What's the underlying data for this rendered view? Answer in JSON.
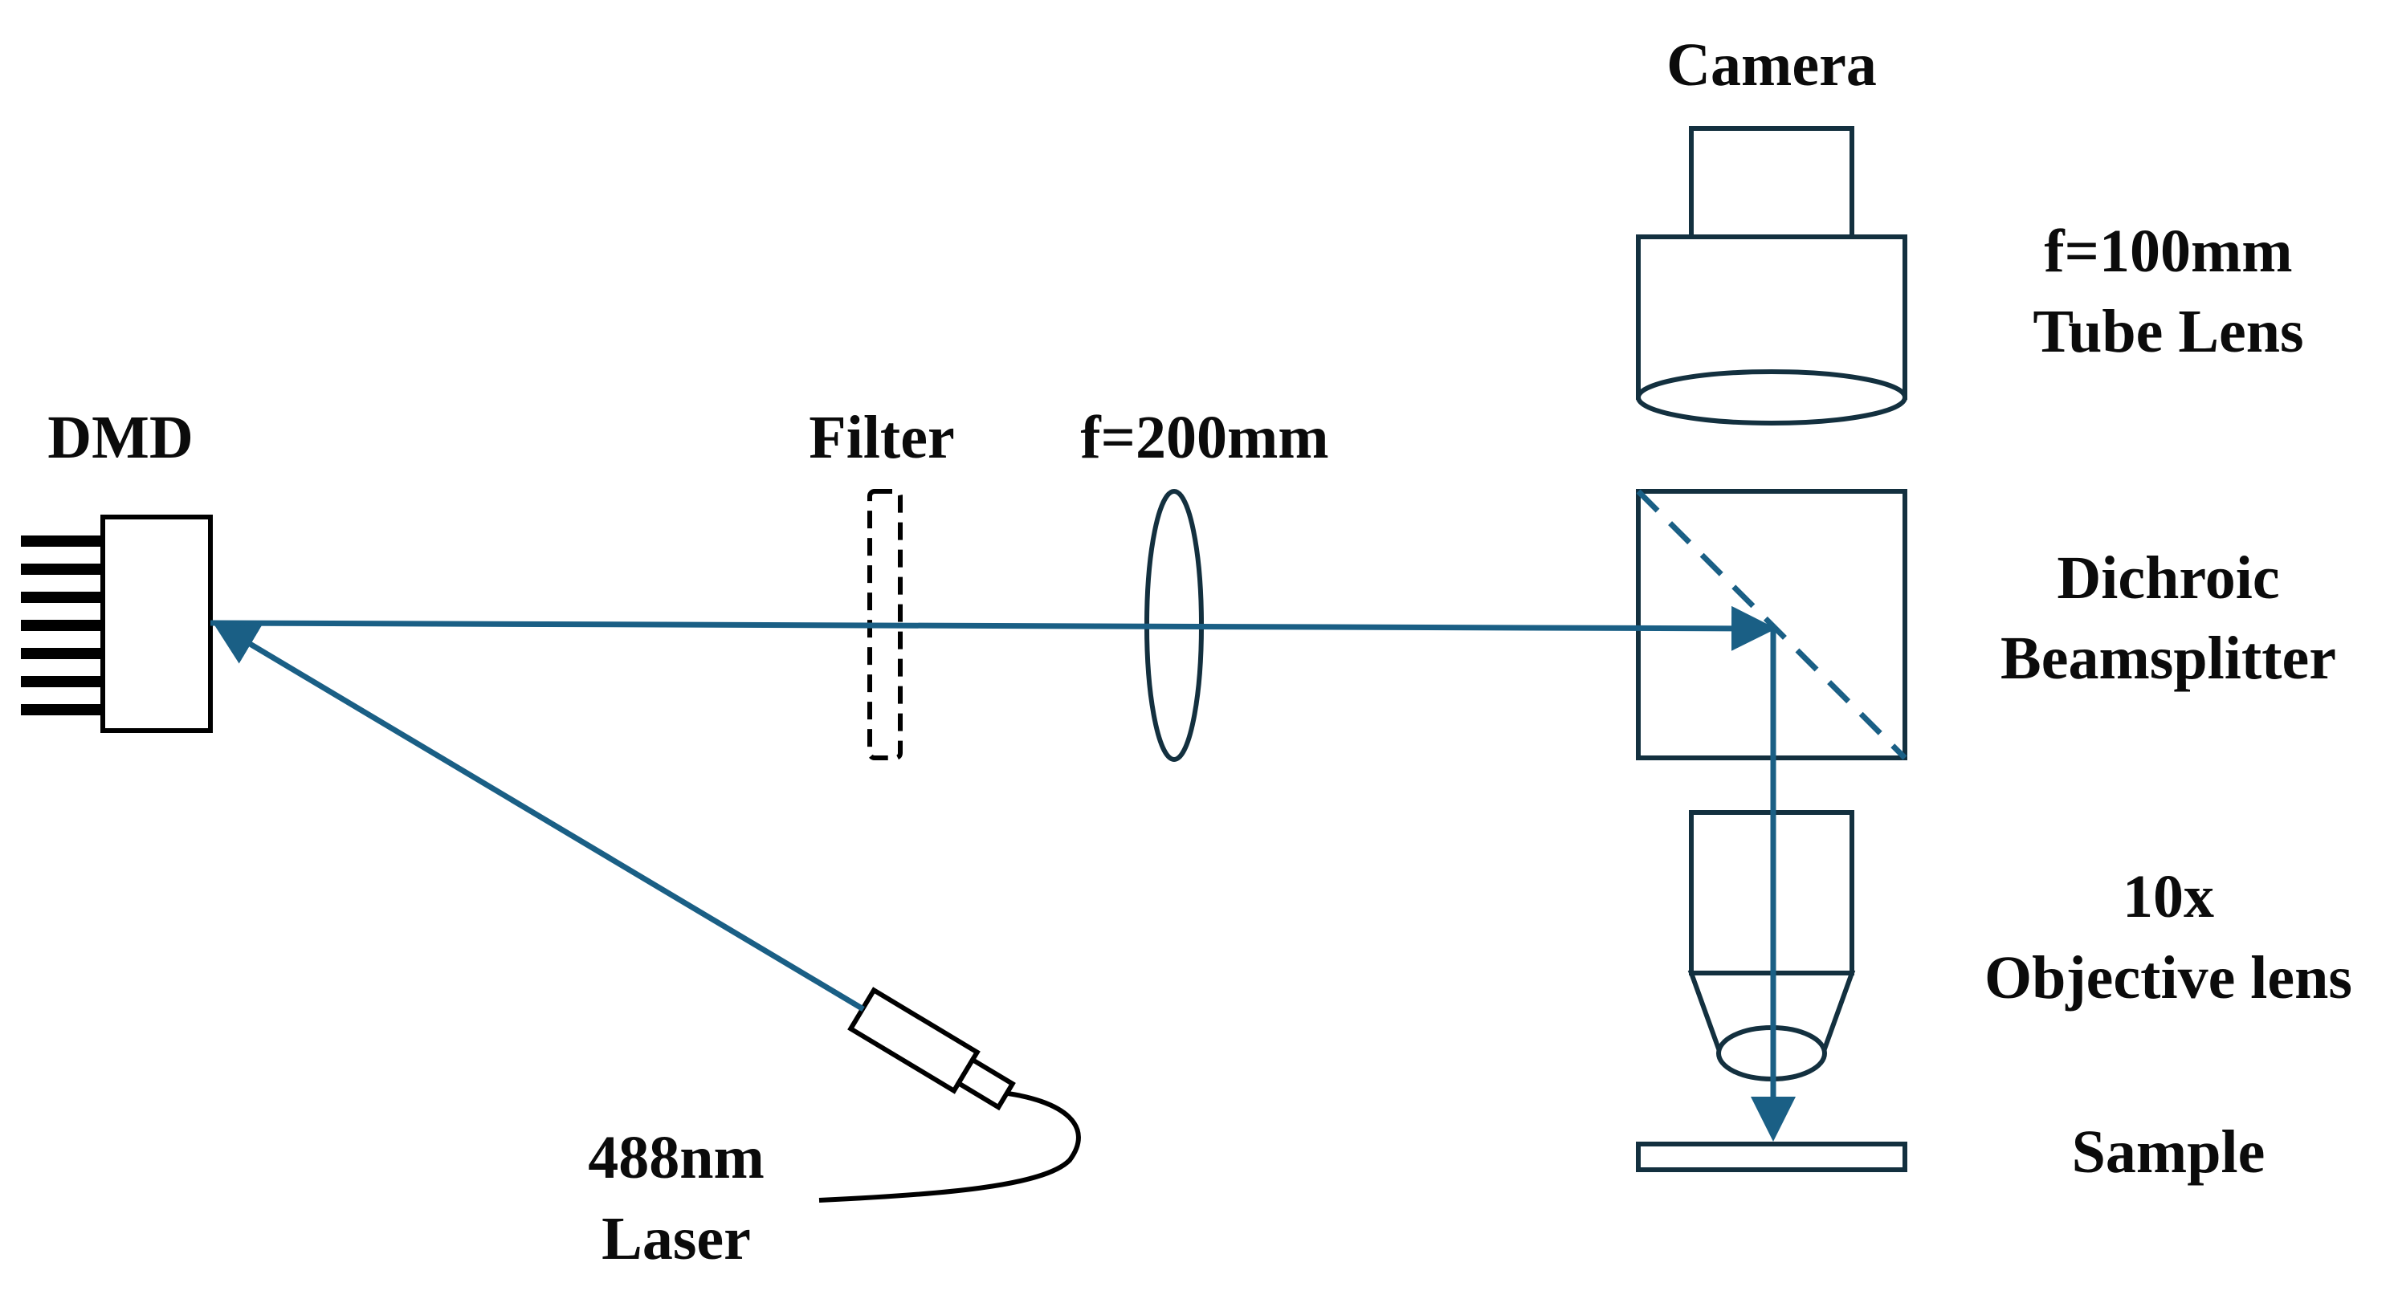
{
  "labels": {
    "camera": "Camera",
    "tube_lens_focal": "f=100mm",
    "tube_lens_name": "Tube Lens",
    "dmd": "DMD",
    "filter": "Filter",
    "lens_focal": "f=200mm",
    "dichroic_line1": "Dichroic",
    "dichroic_line2": "Beamsplitter",
    "objective_line1": "10x",
    "objective_line2": "Objective lens",
    "sample": "Sample",
    "laser_line1": "488nm",
    "laser_line2": "Laser"
  },
  "colors": {
    "beam": "#1a5f85",
    "outline": "#13303f",
    "black": "#000000",
    "text": "#0b0b0b"
  }
}
